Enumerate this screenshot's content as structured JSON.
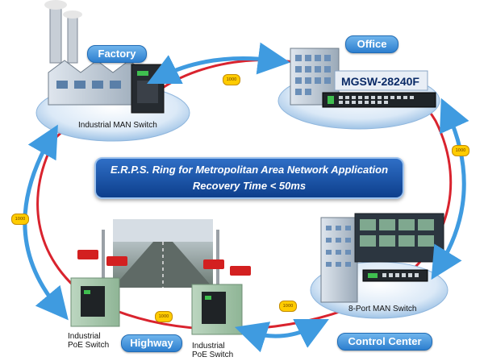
{
  "sites": {
    "factory": "Factory",
    "office": "Office",
    "highway": "Highway",
    "control_center": "Control Center"
  },
  "devices": {
    "industrial_man_switch": "Industrial MAN Switch",
    "model": "MGSW-28240F",
    "eight_port_man_switch": "8-Port MAN Switch",
    "poe_switch_left_line1": "Industrial",
    "poe_switch_left_line2": "PoE Switch",
    "poe_switch_right_line1": "Industrial",
    "poe_switch_right_line2": "PoE Switch"
  },
  "banner": {
    "line1": "E.R.P.S. Ring for Metropolitan Area Network Application",
    "line2": "Recovery Time < 50ms"
  },
  "link_badge": "1000",
  "colors": {
    "ring": "#d9232e",
    "arrows": "#3f9be0",
    "banner": "#1a4fa0",
    "badge": "#ffcc00"
  }
}
